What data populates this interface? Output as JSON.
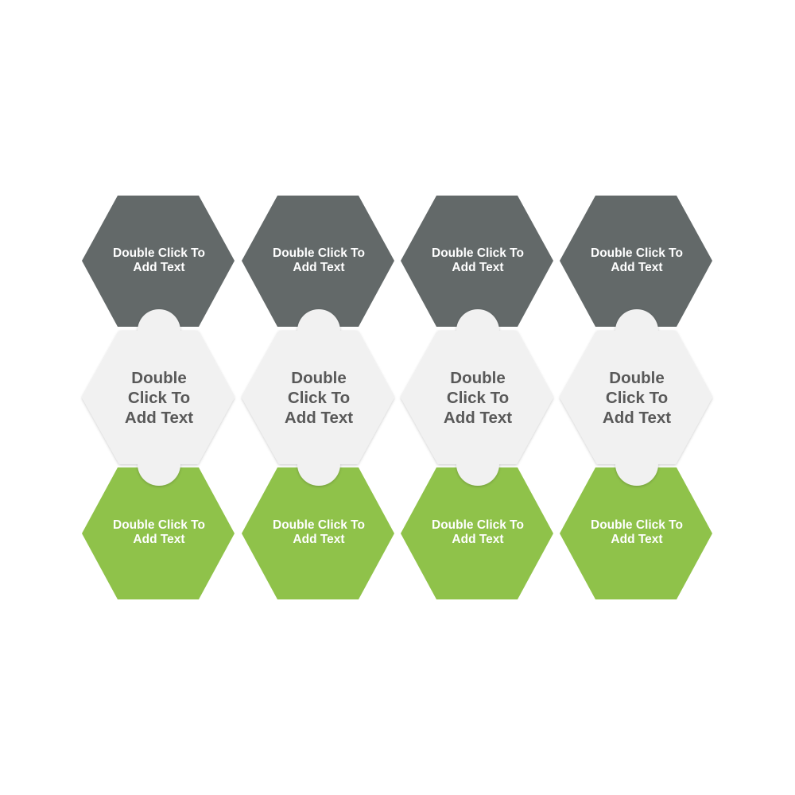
{
  "diagram": {
    "colors": {
      "top": "#636969",
      "middle": "#F1F1F1",
      "bottom": "#8FC24A",
      "top_text": "#FFFFFF",
      "middle_text": "#595959",
      "bottom_text": "#FFFFFF"
    },
    "columns": [
      {
        "top": {
          "line1": "Double Click To",
          "line2": "Add Text"
        },
        "middle": {
          "line1": "Double",
          "line2": "Click To",
          "line3": "Add Text"
        },
        "bottom": {
          "line1": "Double Click To",
          "line2": "Add Text"
        }
      },
      {
        "top": {
          "line1": "Double Click To",
          "line2": "Add Text"
        },
        "middle": {
          "line1": "Double",
          "line2": "Click To",
          "line3": "Add Text"
        },
        "bottom": {
          "line1": "Double Click To",
          "line2": "Add Text"
        }
      },
      {
        "top": {
          "line1": "Double Click To",
          "line2": "Add Text"
        },
        "middle": {
          "line1": "Double",
          "line2": "Click To",
          "line3": "Add Text"
        },
        "bottom": {
          "line1": "Double Click To",
          "line2": "Add Text"
        }
      },
      {
        "top": {
          "line1": "Double Click To",
          "line2": "Add Text"
        },
        "middle": {
          "line1": "Double",
          "line2": "Click To",
          "line3": "Add Text"
        },
        "bottom": {
          "line1": "Double Click To",
          "line2": "Add Text"
        }
      }
    ]
  }
}
